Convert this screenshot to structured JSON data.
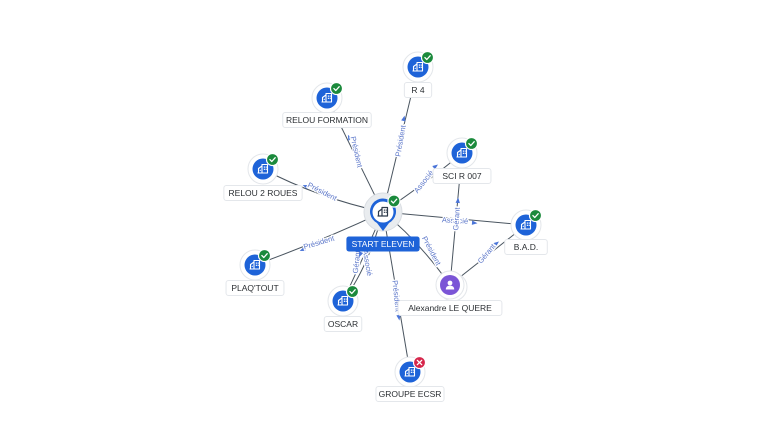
{
  "center": {
    "label": "START ELEVEN",
    "icon": "building-icon",
    "status": "active"
  },
  "nodes": [
    {
      "id": "relou-formation",
      "label": "RELOU FORMATION",
      "type": "company",
      "status": "active",
      "icon": "building-icon"
    },
    {
      "id": "r4",
      "label": "R 4",
      "type": "company",
      "status": "active",
      "icon": "building-icon"
    },
    {
      "id": "sci-r007",
      "label": "SCI R 007",
      "type": "company",
      "status": "active",
      "icon": "building-icon"
    },
    {
      "id": "relou-2-roues",
      "label": "RELOU 2 ROUES",
      "type": "company",
      "status": "active",
      "icon": "building-icon"
    },
    {
      "id": "bad",
      "label": "B.A.D.",
      "type": "company",
      "status": "active",
      "icon": "building-icon"
    },
    {
      "id": "plaq-tout",
      "label": "PLAQ'TOUT",
      "type": "company",
      "status": "active",
      "icon": "building-icon"
    },
    {
      "id": "oscar",
      "label": "OSCAR",
      "type": "company",
      "status": "active",
      "icon": "building-icon"
    },
    {
      "id": "alexandre",
      "label": "Alexandre LE QUERE",
      "type": "person",
      "status": "none",
      "icon": "person-icon"
    },
    {
      "id": "groupe-ecsr",
      "label": "GROUPE ECSR",
      "type": "company",
      "status": "closed",
      "icon": "building-icon"
    }
  ],
  "edges": [
    {
      "from": "center",
      "to": "relou-formation",
      "label": "Président"
    },
    {
      "from": "center",
      "to": "r4",
      "label": "Président"
    },
    {
      "from": "center",
      "to": "sci-r007",
      "label": "Associé"
    },
    {
      "from": "center",
      "to": "relou-2-roues",
      "label": "Président"
    },
    {
      "from": "center",
      "to": "bad",
      "label": "Associé"
    },
    {
      "from": "center",
      "to": "plaq-tout",
      "label": "Président"
    },
    {
      "from": "center",
      "to": "oscar",
      "label": "Gérant"
    },
    {
      "from": "center",
      "to": "oscar",
      "label": "Associé"
    },
    {
      "from": "center",
      "to": "groupe-ecsr",
      "label": "Président"
    },
    {
      "from": "alexandre",
      "to": "center",
      "label": "Président"
    },
    {
      "from": "alexandre",
      "to": "sci-r007",
      "label": "Gérant"
    },
    {
      "from": "alexandre",
      "to": "bad",
      "label": "Gérant"
    }
  ],
  "colors": {
    "primary": "#1e63d8",
    "active_badge": "#1b8a3c",
    "closed_badge": "#d6264b",
    "person": "#7b55d6",
    "edge": "#4a5560",
    "edge_label": "#5b76c9"
  }
}
